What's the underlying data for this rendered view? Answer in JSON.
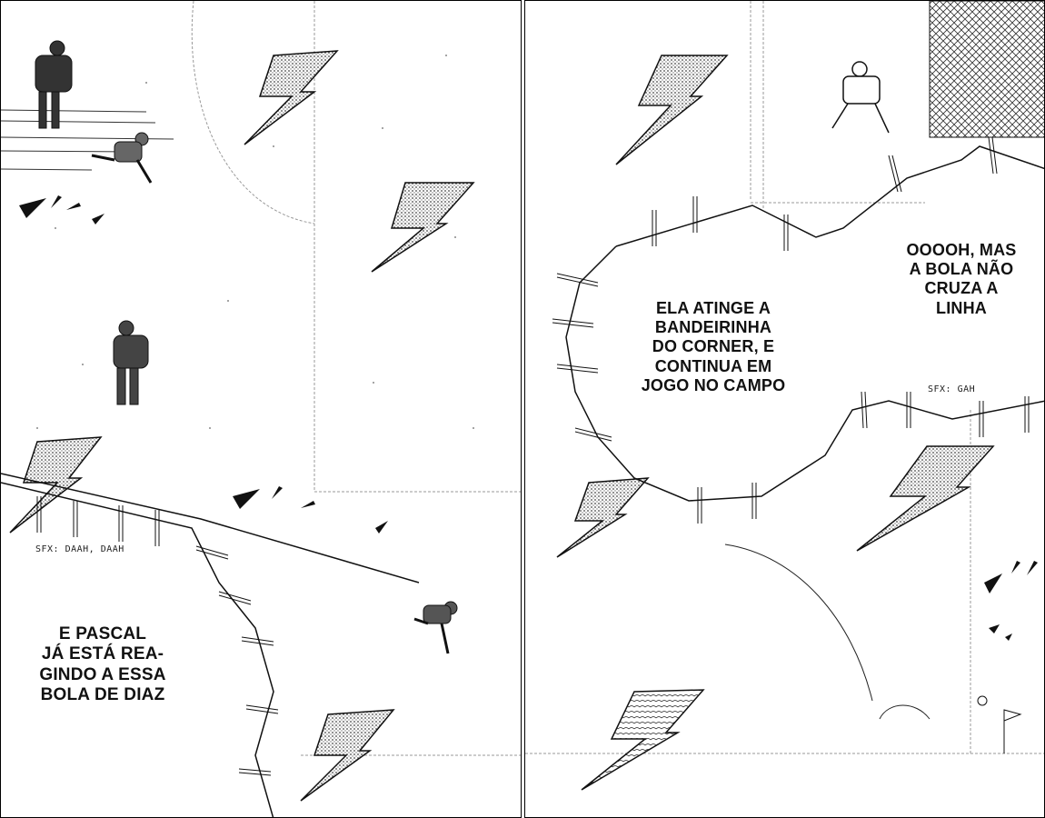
{
  "left_panel": {
    "caption": "E PASCAL\nJÁ ESTÁ REA-\nGINDO A ESSA\nBOLA DE DIAZ",
    "sfx": "SFX: DAAH, DAAH"
  },
  "right_panel": {
    "caption_center": "ELA ATINGE A\nBANDEIRINHA\nDO CORNER, E\nCONTINUA EM\nJOGO NO CAMPO",
    "caption_right": "OOOOH, MAS\nA BOLA NÃO\nCRUZA A\nLINHA",
    "sfx": "SFX: GAH"
  },
  "colors": {
    "ink": "#111111",
    "paper": "#ffffff",
    "tone": "#9a9a9a"
  }
}
